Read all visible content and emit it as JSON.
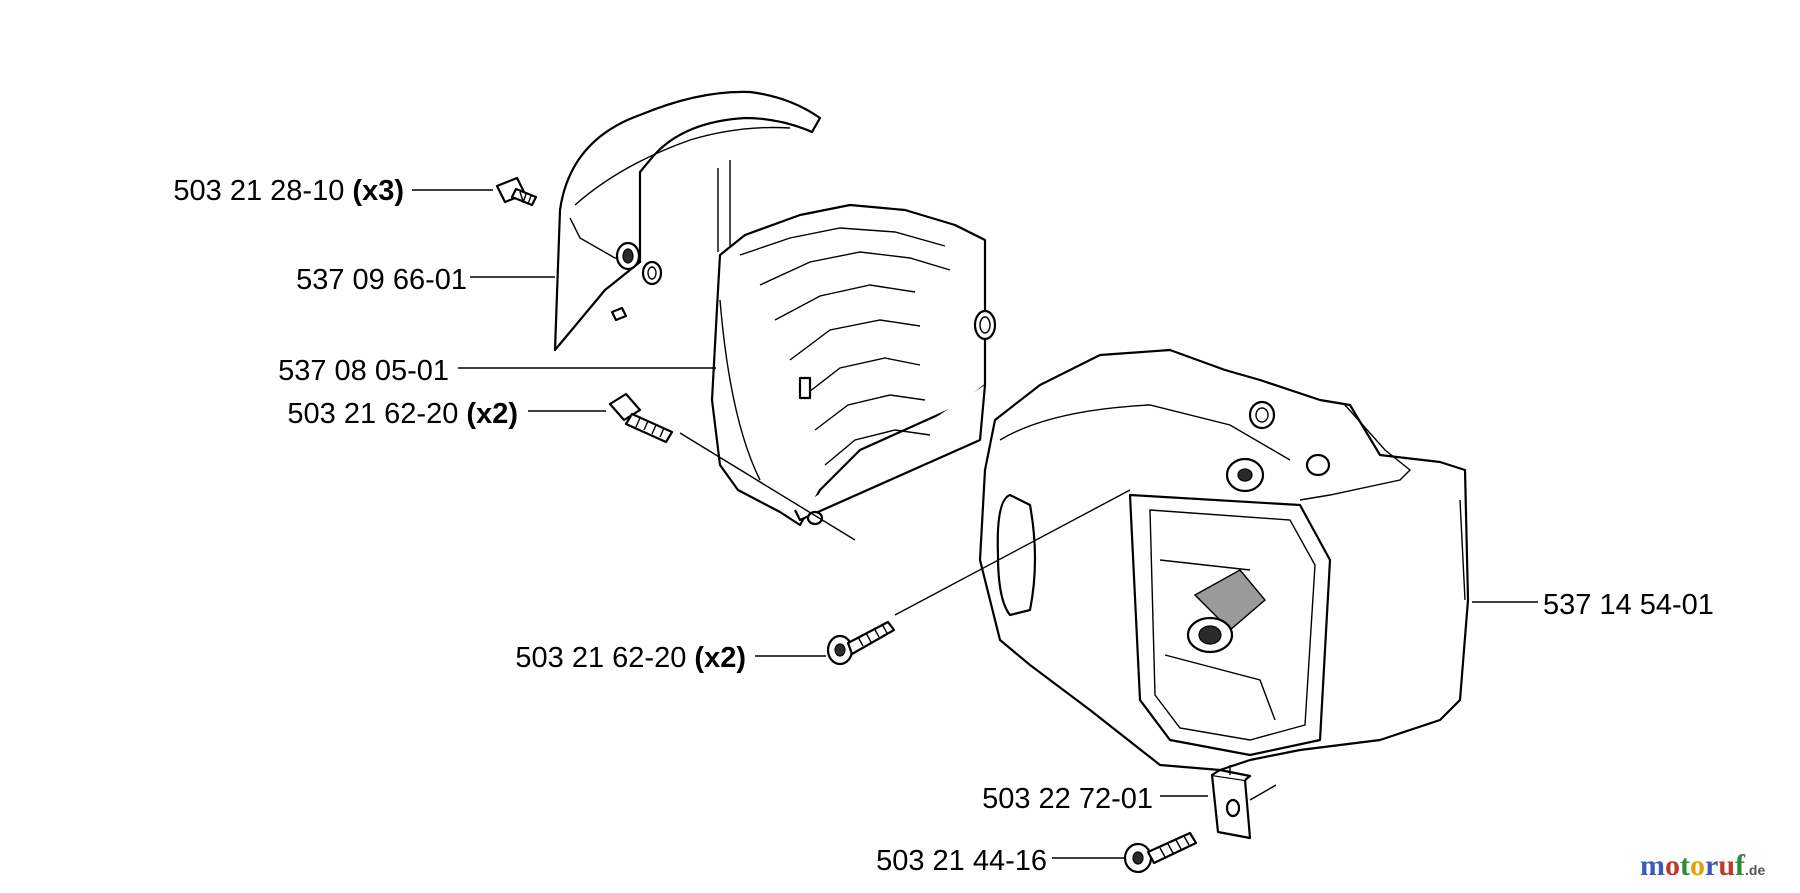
{
  "parts": [
    {
      "id": "cover-screw",
      "number": "503 21 28-10",
      "qty": "(x3)"
    },
    {
      "id": "top-cover",
      "number": "537 09 66-01",
      "qty": ""
    },
    {
      "id": "filter-holder",
      "number": "537 08 05-01",
      "qty": ""
    },
    {
      "id": "holder-screw",
      "number": "503 21 62-20",
      "qty": "(x2)"
    },
    {
      "id": "housing-screw",
      "number": "503 21 62-20",
      "qty": "(x2)"
    },
    {
      "id": "cylinder-cover",
      "number": "537 14 54-01",
      "qty": ""
    },
    {
      "id": "clip",
      "number": "503 22 72-01",
      "qty": ""
    },
    {
      "id": "clip-screw",
      "number": "503 21 44-16",
      "qty": ""
    }
  ],
  "watermark": {
    "brand": "motoruf",
    "suffix": ".de",
    "colors": [
      "#3b5bb5",
      "#c0392b",
      "#2e8b3a",
      "#e0a100",
      "#3b5bb5",
      "#c0392b",
      "#2e8b3a"
    ]
  }
}
